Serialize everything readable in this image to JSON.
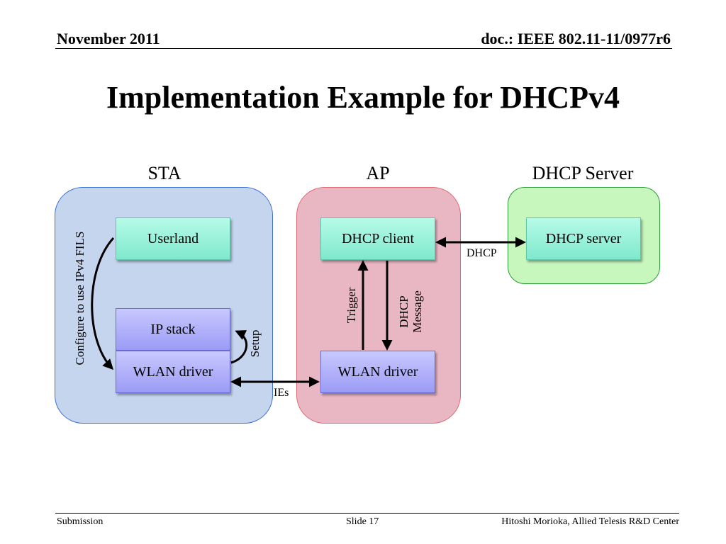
{
  "header": {
    "left": "November 2011",
    "right": "doc.: IEEE 802.11-11/0977r6"
  },
  "title": "Implementation Example for DHCPv4",
  "groups": {
    "sta": "STA",
    "ap": "AP",
    "dhcp_server": "DHCP Server"
  },
  "nodes": {
    "userland": "Userland",
    "ip_stack": "IP stack",
    "wlan_driver_sta": "WLAN driver",
    "dhcp_client": "DHCP client",
    "wlan_driver_ap": "WLAN driver",
    "dhcp_server": "DHCP server"
  },
  "edge_labels": {
    "configure": "Configure to use IPv4 FILS",
    "setup": "Setup",
    "ies": "IEs",
    "trigger": "Trigger",
    "dhcp_message_1": "DHCP",
    "dhcp_message_2": "Message",
    "dhcp": "DHCP"
  },
  "footer": {
    "left": "Submission",
    "center": "Slide 17",
    "right": "Hitoshi Morioka, Allied Telesis R&D Center"
  },
  "colors": {
    "sta_fill": "#c5d5ee",
    "sta_border": "#3f6fd3",
    "ap_fill": "#e9b7c4",
    "ap_border": "#e06a73",
    "server_fill": "#c7f7bd",
    "server_border": "#2f9a3a",
    "green_node": "#9ff4dc",
    "blue_node": "#b0b0fa"
  }
}
